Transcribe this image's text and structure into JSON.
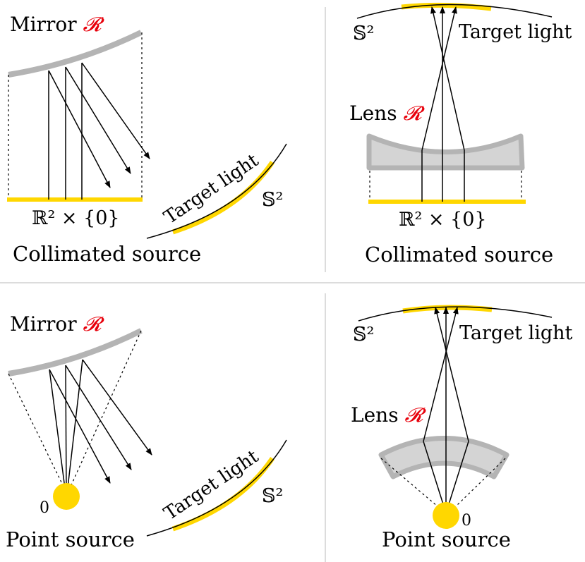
{
  "colors": {
    "mirror": "#b4b4b4",
    "lens_fill": "#d4d4d4",
    "lens_stroke": "#b4b4b4",
    "source": "#ffd700",
    "ray": "#000000",
    "accent": "#e8000b",
    "divider": "#d0d0d0"
  },
  "panels": {
    "top_left": {
      "optic_word": "Mirror",
      "optic_symbol": "𝓡",
      "target_label": "Target light",
      "sphere_label": "𝕊²",
      "plane_label": "ℝ² × {0}",
      "caption": "Collimated source"
    },
    "top_right": {
      "optic_word": "Lens",
      "optic_symbol": "𝓡",
      "target_label": "Target light",
      "sphere_label": "𝕊²",
      "plane_label": "ℝ² × {0}",
      "caption": "Collimated source"
    },
    "bottom_left": {
      "optic_word": "Mirror",
      "optic_symbol": "𝓡",
      "target_label": "Target light",
      "sphere_label": "𝕊²",
      "origin_label": "0",
      "caption": "Point source"
    },
    "bottom_right": {
      "optic_word": "Lens",
      "optic_symbol": "𝓡",
      "target_label": "Target light",
      "sphere_label": "𝕊²",
      "origin_label": "0",
      "caption": "Point source"
    }
  }
}
